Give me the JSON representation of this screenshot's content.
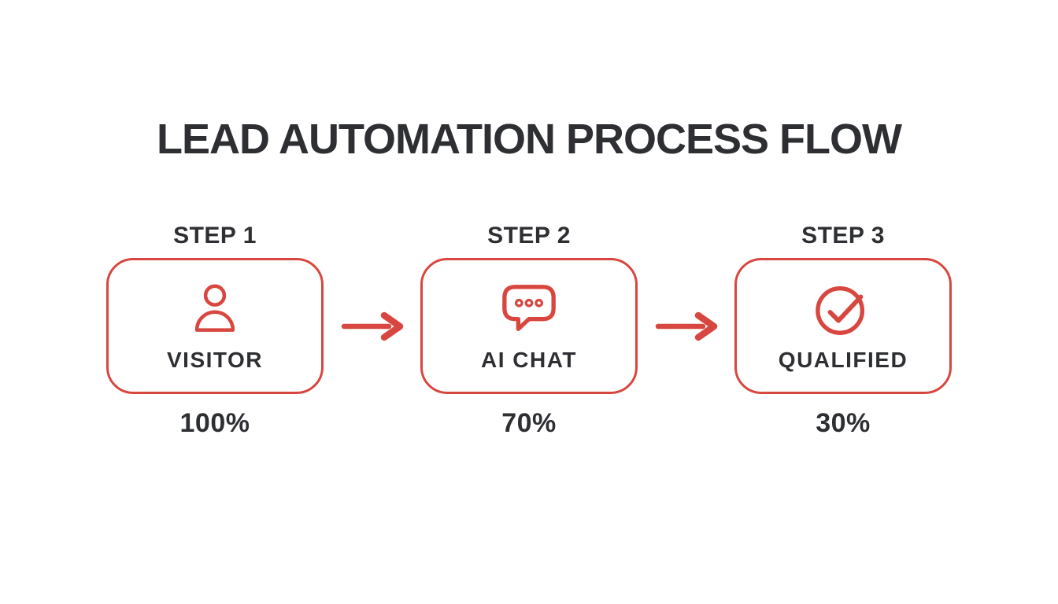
{
  "title": "LEAD AUTOMATION PROCESS FLOW",
  "colors": {
    "accent": "#d8473f",
    "text_dark": "#2d2f33",
    "background": "#ffffff"
  },
  "steps": [
    {
      "step_label": "STEP 1",
      "icon": "person-icon",
      "box_label": "VISITOR",
      "percent": "100%"
    },
    {
      "step_label": "STEP 2",
      "icon": "chat-bubble-icon",
      "box_label": "AI CHAT",
      "percent": "70%"
    },
    {
      "step_label": "STEP 3",
      "icon": "check-circle-icon",
      "box_label": "QUALIFIED",
      "percent": "30%"
    }
  ],
  "connector_icon": "arrow-right-icon"
}
